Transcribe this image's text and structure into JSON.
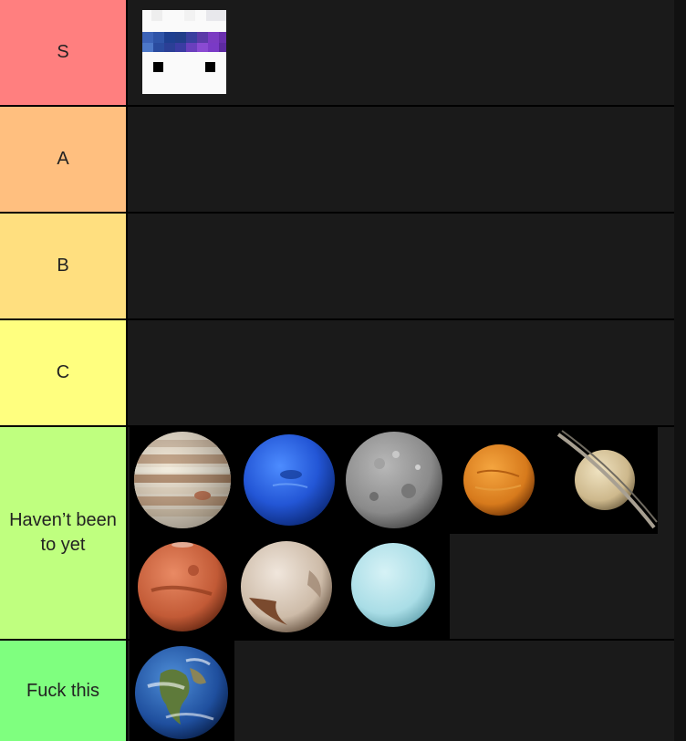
{
  "tiers": [
    {
      "label": "S",
      "color": "#ff7f7f",
      "items": [
        "block-face-item"
      ]
    },
    {
      "label": "A",
      "color": "#ffbf7f",
      "items": []
    },
    {
      "label": "B",
      "color": "#ffdf7f",
      "items": []
    },
    {
      "label": "C",
      "color": "#ffff7f",
      "items": []
    },
    {
      "label": "Haven’t been to yet",
      "color": "#bfff7f",
      "items": [
        "jupiter",
        "neptune",
        "mercury",
        "venus",
        "saturn",
        "mars",
        "pluto",
        "uranus"
      ]
    },
    {
      "label": "Fuck this",
      "color": "#7fff7f",
      "items": [
        "earth"
      ]
    }
  ]
}
